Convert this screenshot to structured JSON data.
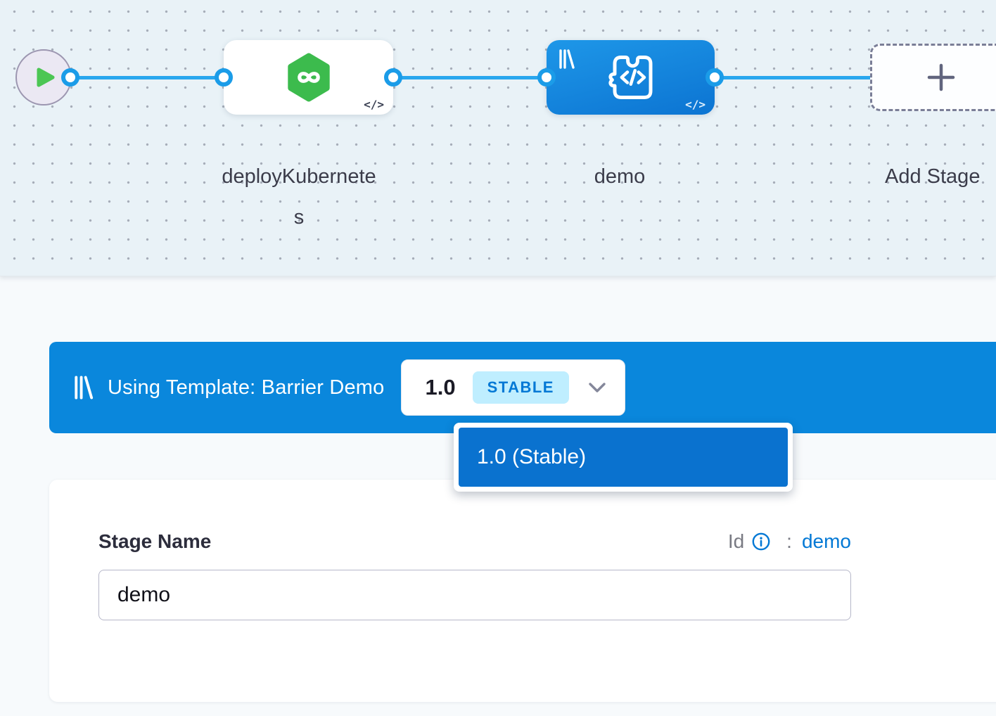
{
  "pipeline": {
    "start_node_name": "start",
    "stages": [
      {
        "label": "deployKubernetes",
        "icon": "cd-hexagon-infinity-icon",
        "code_badge": "</>"
      },
      {
        "label": "demo",
        "icon": "custom-stage-icon",
        "code_badge": "</>",
        "selected": true,
        "uses_template": true
      }
    ],
    "add_stage": {
      "label": "Add Stage"
    }
  },
  "template_banner": {
    "text": "Using Template: Barrier Demo",
    "version": "1.0",
    "version_badge": "STABLE",
    "dropdown": {
      "options": [
        {
          "label": "1.0 (Stable)",
          "selected": true
        }
      ]
    }
  },
  "stage_form": {
    "name_label": "Stage Name",
    "id_label": "Id",
    "id_colon": ":",
    "id_value": "demo",
    "name_value": "demo"
  },
  "colors": {
    "banner_blue": "#0a87dc",
    "dropdown_item_blue": "#0a72cf",
    "node_blue_top": "#1e97e8",
    "node_blue_bottom": "#0c74d2",
    "connector_blue": "#29a7ee",
    "link_blue": "#0278d5",
    "stable_badge_bg": "#bfeeff",
    "stage_green": "#3cbb4d",
    "play_green": "#4cc654",
    "canvas_bg": "#e9f2f7"
  }
}
